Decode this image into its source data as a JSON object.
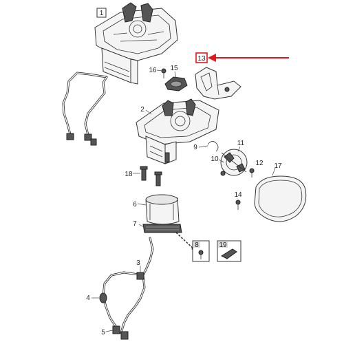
{
  "diagram": {
    "labels": {
      "l1": "1",
      "l2": "2",
      "l3": "3",
      "l4": "4",
      "l5": "5",
      "l6": "6",
      "l7": "7",
      "l8": "8",
      "l9": "9",
      "l10": "10",
      "l11": "11",
      "l12": "12",
      "l13": "13",
      "l14": "14",
      "l15": "15",
      "l16": "16",
      "l17": "17",
      "l18": "18",
      "l19": "19"
    },
    "highlight_color": "#e8141c"
  }
}
